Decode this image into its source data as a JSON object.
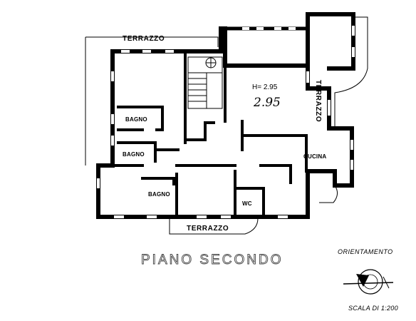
{
  "plan": {
    "title": "PIANO SECONDO",
    "height_note": "H= 2.95",
    "height_handwritten": "2.95",
    "orientation_label": "ORIENTAMENTO",
    "scale_label": "SCALA DI 1:200",
    "rooms": {
      "terrace_top": "TERRAZZO",
      "terrace_right": "TERRAZZO",
      "terrace_bottom": "TERRAZZO",
      "bath_1": "BAGNO",
      "bath_2": "BAGNO",
      "bath_3": "BAGNO",
      "kitchen": "CUCINA",
      "wc": "WC"
    }
  }
}
